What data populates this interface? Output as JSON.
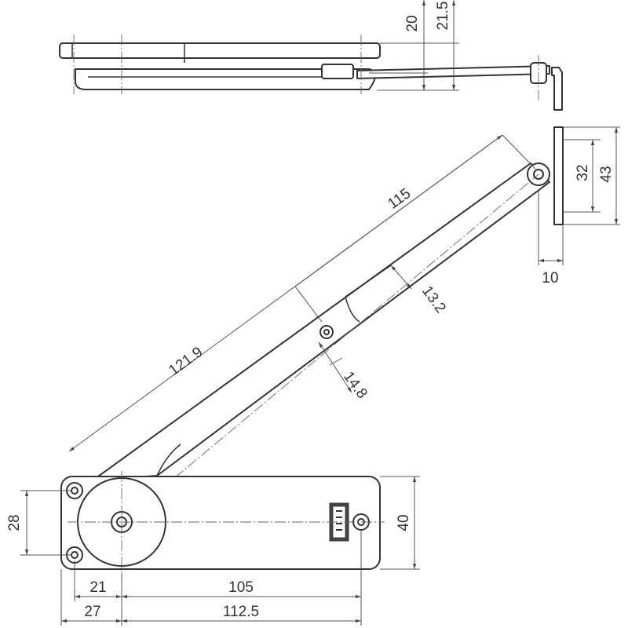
{
  "dimensions": {
    "top_height_outer": "21.5",
    "top_height_inner": "20",
    "bracket_hole_spacing": "32",
    "bracket_height": "43",
    "bracket_width": "10",
    "arm_length": "115",
    "arm_width": "13.2",
    "overall_arm_length": "121.9",
    "offset": "14.8",
    "base_hole_spacing": "28",
    "base_height": "40",
    "pivot_offset": "21",
    "pivot_to_hole": "105",
    "edge_offset": "27",
    "base_length": "112.5"
  },
  "icons": {
    "label_plate": "label-plate-icon"
  },
  "colors": {
    "line": "#333333",
    "dimension": "#555555"
  }
}
